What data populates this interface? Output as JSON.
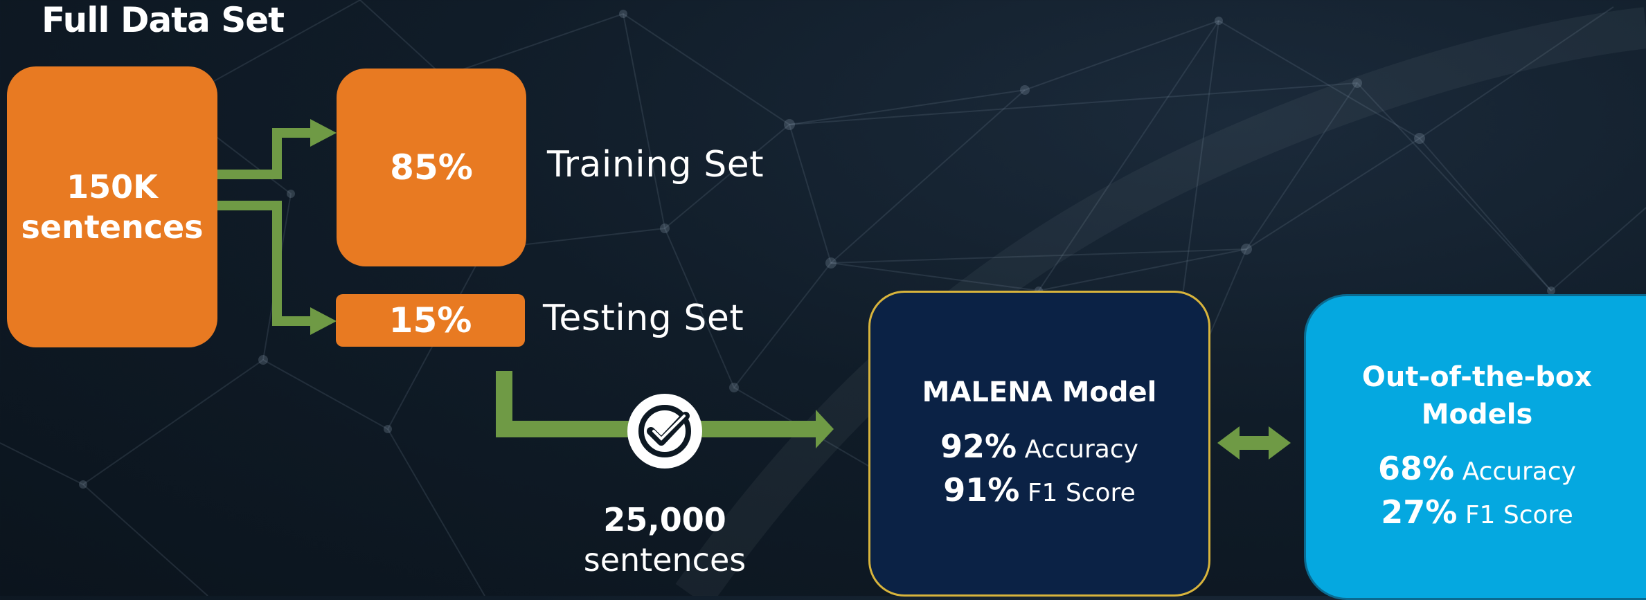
{
  "title": "Full Data Set",
  "full_data": {
    "line1": "150K",
    "line2": "sentences"
  },
  "training": {
    "percent": "85%",
    "label": "Training Set"
  },
  "testing": {
    "percent": "15%",
    "label": "Testing Set"
  },
  "test_count": {
    "number": "25,000",
    "unit": "sentences"
  },
  "malena": {
    "title": "MALENA Model",
    "accuracy_value": "92%",
    "accuracy_label": "Accuracy",
    "f1_value": "91%",
    "f1_label": "F1 Score"
  },
  "out_of_box": {
    "title_line1": "Out-of-the-box",
    "title_line2": "Models",
    "accuracy_value": "68%",
    "accuracy_label": "Accuracy",
    "f1_value": "27%",
    "f1_label": "F1 Score"
  },
  "colors": {
    "background": "#101c28",
    "orange": "#e87a22",
    "arrow_green": "#6f9a45",
    "malena_fill": "#0b2245",
    "malena_border": "#d8b43c",
    "otb_fill": "#05a8e0"
  },
  "icons": {
    "validation": "check-circle-icon",
    "compare": "double-arrow-icon"
  }
}
